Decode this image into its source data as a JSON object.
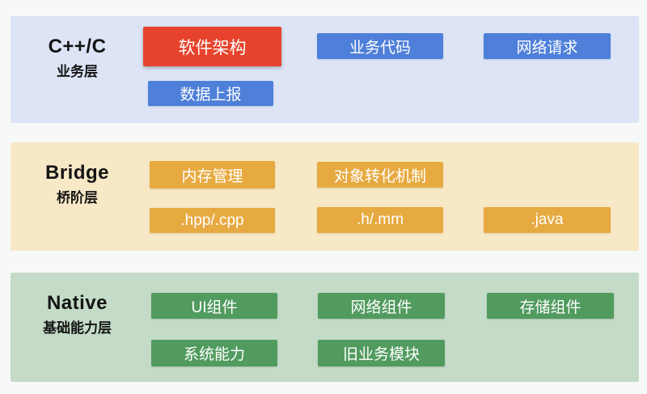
{
  "colors": {
    "page_bg": "#f7f8f8",
    "band_blue": "#dce4f6",
    "band_tan": "#f7e8c6",
    "band_green": "#c4dbc7",
    "box_red": "#e7432c",
    "box_blue": "#4e7fd9",
    "box_orange": "#e7aa41",
    "box_green": "#519b5f",
    "box_text": "#ffffff",
    "label_text": "#141414"
  },
  "layers": [
    {
      "title": "C++/C",
      "subtitle": "业务层",
      "boxes": [
        {
          "label": "软件架构",
          "variant": "red",
          "highlighted": true
        },
        {
          "label": "业务代码",
          "variant": "blue"
        },
        {
          "label": "网络请求",
          "variant": "blue"
        },
        {
          "label": "数据上报",
          "variant": "blue"
        }
      ]
    },
    {
      "title": "Bridge",
      "subtitle": "桥阶层",
      "boxes": [
        {
          "label": "内存管理",
          "variant": "orange"
        },
        {
          "label": "对象转化机制",
          "variant": "orange"
        },
        {
          "label": ".hpp/.cpp",
          "variant": "orange"
        },
        {
          "label": ".h/.mm",
          "variant": "orange"
        },
        {
          "label": ".java",
          "variant": "orange"
        }
      ]
    },
    {
      "title": "Native",
      "subtitle": "基础能力层",
      "boxes": [
        {
          "label": "UI组件",
          "variant": "green"
        },
        {
          "label": "网络组件",
          "variant": "green"
        },
        {
          "label": "存储组件",
          "variant": "green"
        },
        {
          "label": "系统能力",
          "variant": "green"
        },
        {
          "label": "旧业务模块",
          "variant": "green"
        }
      ]
    }
  ]
}
